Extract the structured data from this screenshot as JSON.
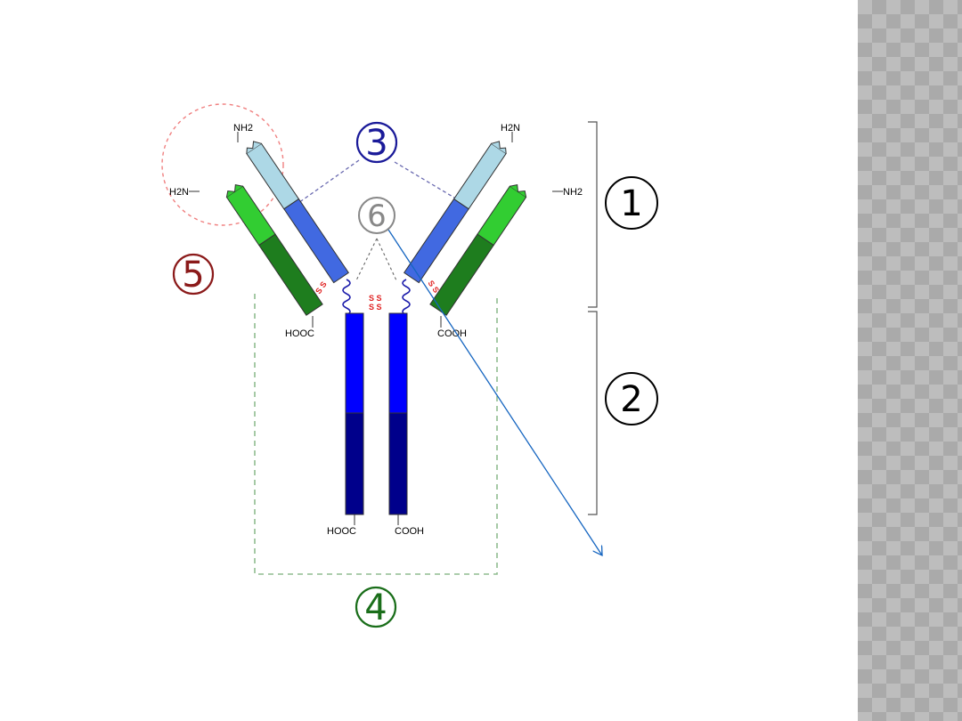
{
  "colors": {
    "light_chain_variable": "#32cd32",
    "light_chain_constant": "#1e7d1e",
    "heavy_chain_variable": "#add8e6",
    "heavy_chain_ch1": "#4169e1",
    "heavy_chain_fc_upper": "#0000ff",
    "heavy_chain_fc_lower": "#00008b",
    "disulfide": "#e02020",
    "marker_3": "#1a1a99",
    "marker_4": "#1a6e1a",
    "marker_5": "#8b1a1a",
    "marker_6": "#888888",
    "arrow": "#1565c0"
  },
  "terminal_labels": {
    "heavy_left_n": "NH2",
    "light_left_n": "H2N",
    "heavy_right_n": "H2N",
    "light_right_n": "NH2",
    "light_left_c": "HOOC",
    "light_right_c": "COOH",
    "heavy_left_c": "HOOC",
    "heavy_right_c": "COOH"
  },
  "disulfide_label": "S S",
  "markers": {
    "m1": "1",
    "m2": "2",
    "m3": "3",
    "m4": "4",
    "m5": "5",
    "m6": "6"
  }
}
